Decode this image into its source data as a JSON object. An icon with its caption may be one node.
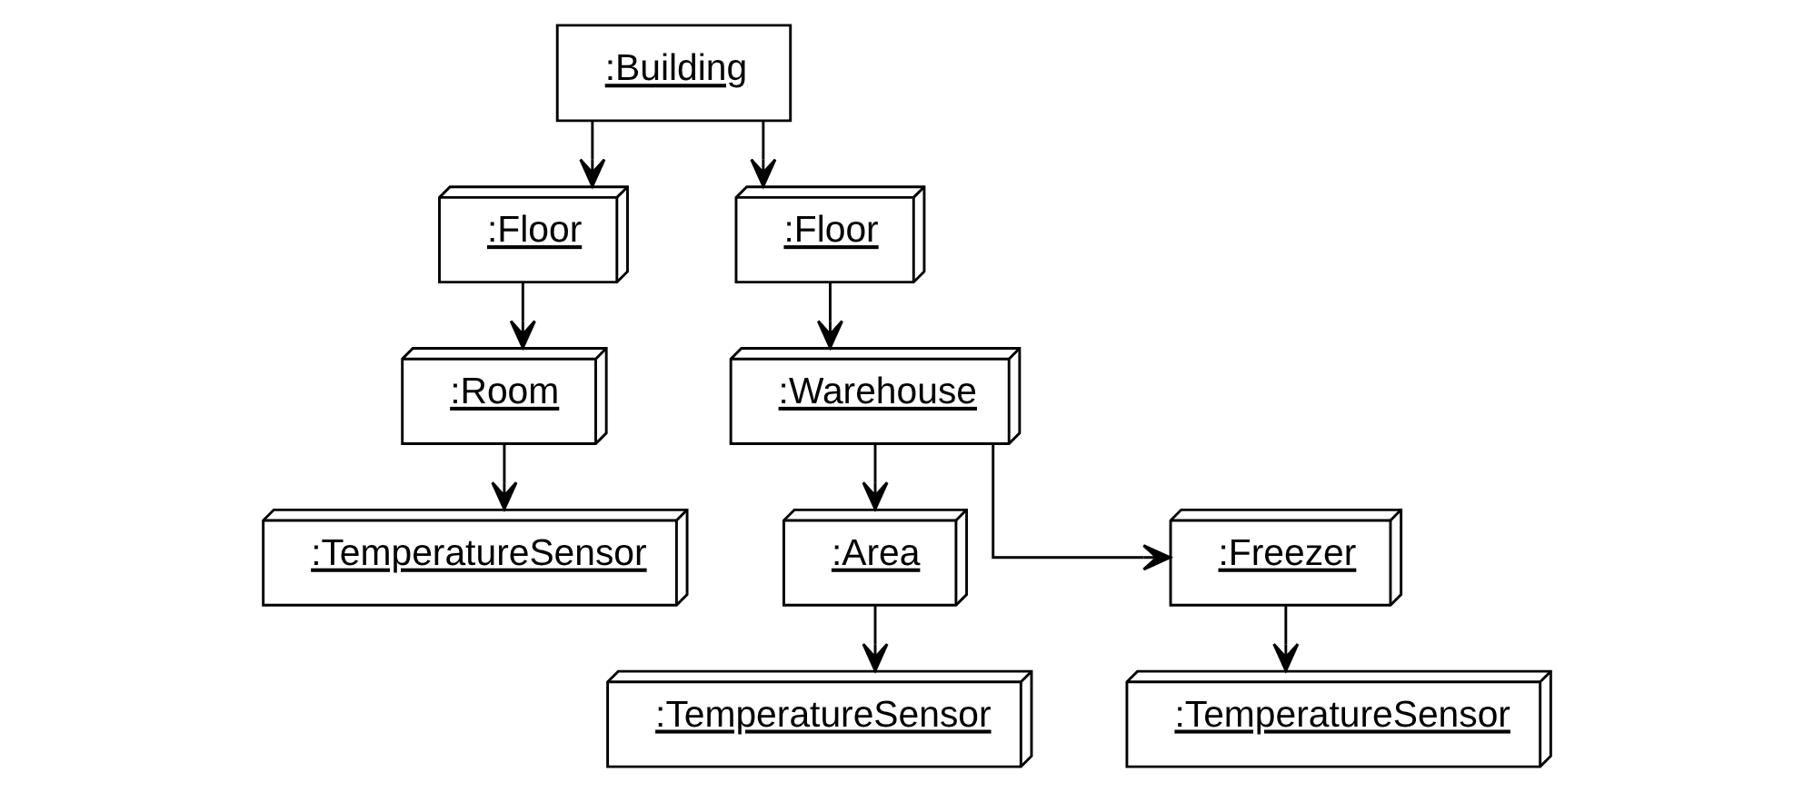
{
  "diagram": {
    "nodes": [
      {
        "text": [
          ":Building"
        ]
      },
      {
        "text": [
          ":Floor"
        ]
      },
      {
        "text": [
          ":Room"
        ]
      },
      {
        "text": [
          ":TemperatureSensor"
        ]
      },
      {
        "text": [
          ":Floor"
        ]
      },
      {
        "text": [
          ":Warehouse"
        ]
      },
      {
        "text": [
          ":Area"
        ]
      },
      {
        "text": [
          ":TemperatureSensor"
        ]
      },
      {
        "text": [
          ":Freezer"
        ]
      },
      {
        "text": [
          ":TemperatureSensor"
        ]
      }
    ],
    "edges": [
      {
        "from": 0,
        "to": 1,
        "arrow": "to"
      },
      {
        "from": 1,
        "to": 2,
        "arrow": "to"
      },
      {
        "from": 2,
        "to": 3,
        "arrow": "to"
      },
      {
        "from": 0,
        "to": 4,
        "arrow": "to"
      },
      {
        "from": 4,
        "to": 5,
        "arrow": "to"
      },
      {
        "from": 5,
        "to": 6,
        "arrow": "to"
      },
      {
        "from": 6,
        "to": 7,
        "arrow": "to"
      },
      {
        "from": 5,
        "to": 8,
        "arrow": "to"
      },
      {
        "from": 8,
        "to": 9,
        "arrow": "to"
      }
    ]
  }
}
